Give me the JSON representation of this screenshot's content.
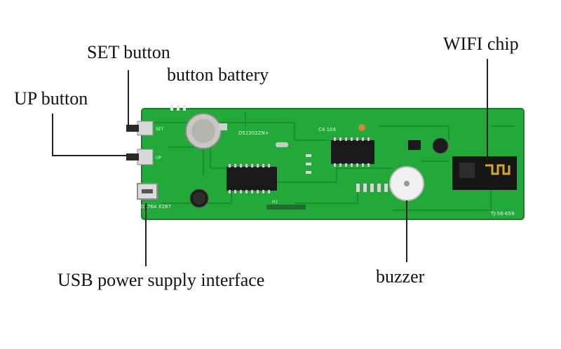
{
  "labels": {
    "set_button": "SET button",
    "button_battery": "button battery",
    "up_button": "UP button",
    "wifi_chip": "WIFI chip",
    "usb_power": "USB power supply interface",
    "buzzer": "buzzer"
  },
  "board": {
    "silkscreen": {
      "battery_ic": "DS1302ZN+",
      "capacitor": "C4 104",
      "usb_code": "D176A X287",
      "board_id": "TJ-56-659",
      "set_key": "SET",
      "up_key": "UP",
      "header": "H1"
    }
  },
  "colors": {
    "board": "#23a83a",
    "board_dark": "#17822a",
    "chip": "#1a1a1a",
    "leader_line": "#222222"
  }
}
